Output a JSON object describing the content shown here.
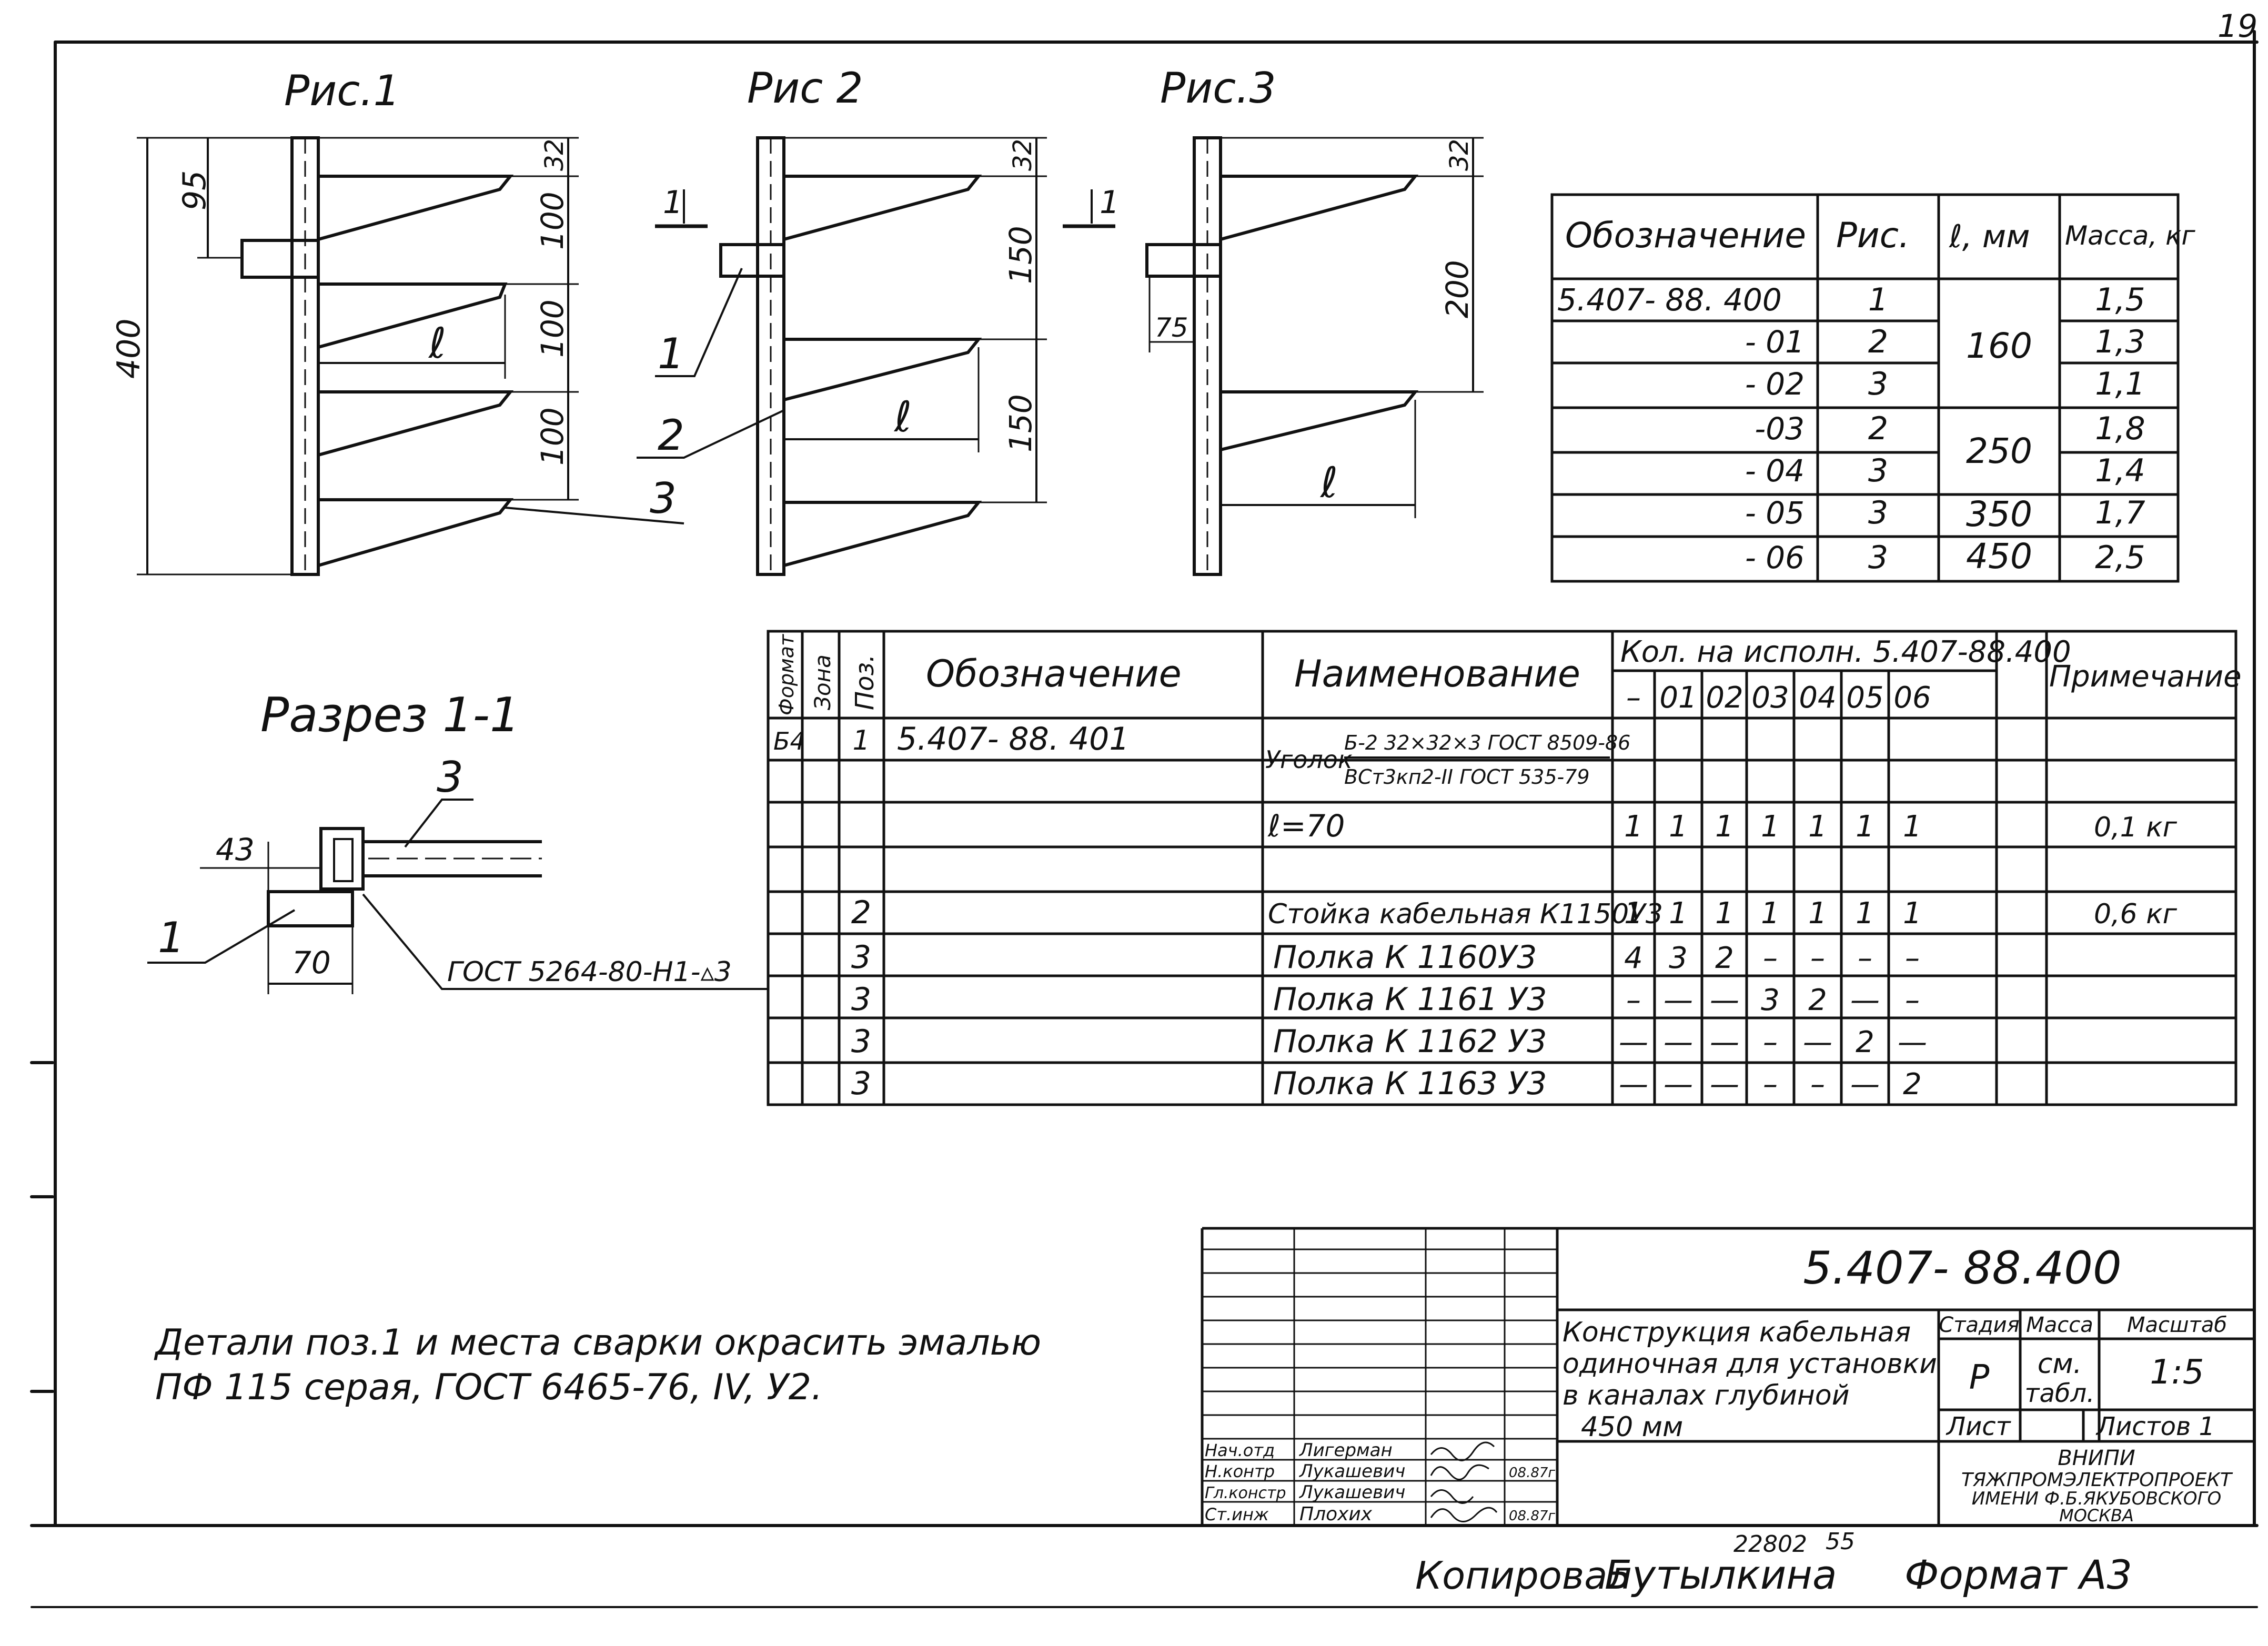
{
  "sheet_mark": "19",
  "figures": {
    "fig1": {
      "title": "Рис.1",
      "dims": [
        "400",
        "95",
        "32",
        "100",
        "100",
        "100"
      ],
      "length": "ℓ"
    },
    "fig2": {
      "title": "Рис 2",
      "dims": [
        "32",
        "150",
        "150"
      ],
      "length": "ℓ",
      "section": "1",
      "callouts": [
        "1",
        "2",
        "3"
      ]
    },
    "fig3": {
      "title": "Рис.3",
      "dims": [
        "32",
        "200",
        "75"
      ],
      "length": "ℓ",
      "section": "1"
    }
  },
  "section": {
    "title": "Разрез 1-1",
    "dims": [
      "43",
      "70"
    ],
    "callouts": [
      "1",
      "3"
    ],
    "weld": "ГОСТ 5264-80-Н1-▵3"
  },
  "variants_table": {
    "headers": [
      "Обозначение",
      "Рис.",
      "ℓ, мм",
      "Масса, кг"
    ],
    "rows": [
      {
        "designation": "5.407- 88. 400",
        "fig": "1",
        "mass": "1,5"
      },
      {
        "designation": "- 01",
        "fig": "2",
        "mass": "1,3"
      },
      {
        "designation": "- 02",
        "fig": "3",
        "mass": "1,1"
      },
      {
        "designation": "-03",
        "fig": "2",
        "mass": "1,8"
      },
      {
        "designation": "- 04",
        "fig": "3",
        "mass": "1,4"
      },
      {
        "designation": "- 05",
        "fig": "3",
        "mass": "1,7"
      },
      {
        "designation": "- 06",
        "fig": "3",
        "mass": "2,5"
      }
    ],
    "lengths": [
      "160",
      "250",
      "350",
      "450"
    ]
  },
  "spec_table": {
    "headers": {
      "format": "Формат",
      "zone": "Зона",
      "pos": "Поз.",
      "designation": "Обозначение",
      "name": "Наименование",
      "qty": "Кол. на исполн. 5.407-88.400",
      "note": "Примечание"
    },
    "exec_cols": [
      "–",
      "01",
      "02",
      "03",
      "04",
      "05",
      "06"
    ],
    "rows": [
      {
        "format": "Б4",
        "pos": "1",
        "designation": "5.407- 88. 401",
        "name": "Уголок",
        "name_top": "Б-2 32×32×3 ГОСТ 8509-86",
        "name_bot": "ВСт3кп2-II ГОСТ 535-79",
        "qty": [
          "",
          "",
          "",
          "",
          "",
          "",
          ""
        ],
        "note": ""
      },
      {
        "format": "",
        "pos": "",
        "designation": "",
        "name": "ℓ=70",
        "qty": [
          "1",
          "1",
          "1",
          "1",
          "1",
          "1",
          "1"
        ],
        "note": "0,1 кг"
      },
      {
        "format": "",
        "pos": "",
        "designation": "",
        "name": "",
        "qty": [
          "",
          "",
          "",
          "",
          "",
          "",
          ""
        ],
        "note": ""
      },
      {
        "format": "",
        "pos": "2",
        "designation": "",
        "name": "Стойка кабельная К1150У3",
        "qty": [
          "1",
          "1",
          "1",
          "1",
          "1",
          "1",
          "1"
        ],
        "note": "0,6 кг"
      },
      {
        "format": "",
        "pos": "3",
        "designation": "",
        "name": "Полка К 1160У3",
        "qty": [
          "4",
          "3",
          "2",
          "–",
          "–",
          "–",
          "–"
        ],
        "note": ""
      },
      {
        "format": "",
        "pos": "3",
        "designation": "",
        "name": "Полка К 1161 У3",
        "qty": [
          "–",
          "—",
          "—",
          "3",
          "2",
          "—",
          "–"
        ],
        "note": ""
      },
      {
        "format": "",
        "pos": "3",
        "designation": "",
        "name": "Полка К 1162 У3",
        "qty": [
          "—",
          "—",
          "—",
          "–",
          "—",
          "2",
          "—"
        ],
        "note": ""
      },
      {
        "format": "",
        "pos": "3",
        "designation": "",
        "name": "Полка К 1163 У3",
        "qty": [
          "—",
          "—",
          "—",
          "–",
          "–",
          "—",
          "2"
        ],
        "note": ""
      }
    ]
  },
  "note": {
    "line1": "Детали поз.1 и места сварки окрасить эмалью",
    "line2": "ПФ 115 серая, ГОСТ 6465-76, IV, У2."
  },
  "title_block": {
    "code": "5.407- 88.400",
    "title_lines": [
      "Конструкция кабельная",
      "одиночная для установки",
      "в каналах глубиной",
      "450 мм"
    ],
    "stage_label": "Стадия",
    "mass_label": "Масса",
    "scale_label": "Масштаб",
    "stage": "Р",
    "mass_1": "см.",
    "mass_2": "табл.",
    "scale": "1:5",
    "sheet_label": "Лист",
    "sheets_label": "Листов 1",
    "org": [
      "ВНИПИ",
      "ТЯЖПРОМЭЛЕКТРОПРОЕКТ",
      "ИМЕНИ Ф.Б.ЯКУБОВСКОГО",
      "МОСКВА"
    ],
    "signatures": [
      {
        "role": "Нач.отд",
        "name": "Лигерман",
        "date": ""
      },
      {
        "role": "Н.контр",
        "name": "Лукашевич",
        "date": "08.87г"
      },
      {
        "role": "Гл.констр",
        "name": "Лукашевич",
        "date": ""
      },
      {
        "role": "Ст.инж",
        "name": "Плохих",
        "date": "08.87г"
      }
    ]
  },
  "footer": {
    "copied": "Копировал",
    "copier": "Бутылкина",
    "number": "22802",
    "sub": "55",
    "format": "Формат А3"
  }
}
